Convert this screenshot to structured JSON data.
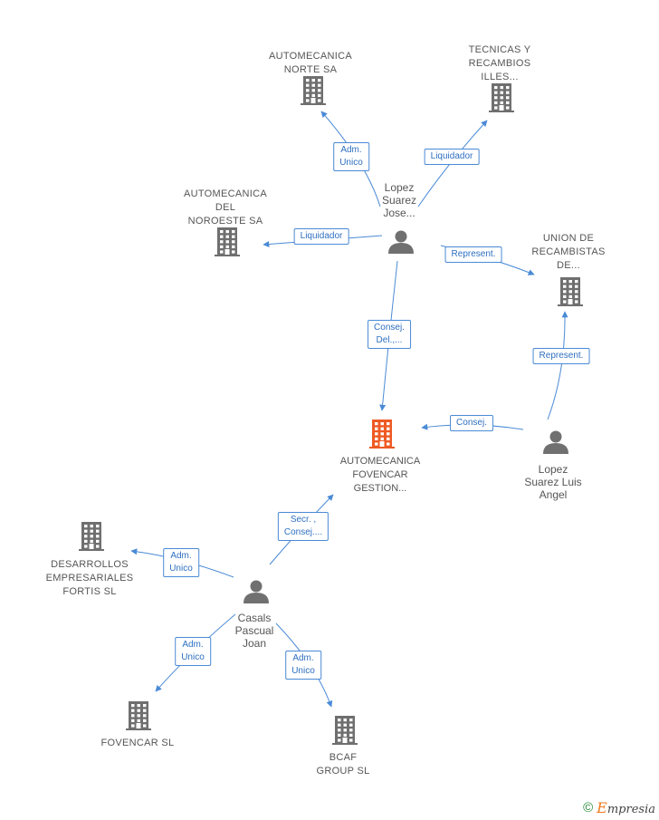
{
  "colors": {
    "edge": "#4a8ad6",
    "company_icon": "#6f6f6f",
    "focus_icon": "#ee5a24",
    "person_icon": "#707070"
  },
  "nodes": [
    {
      "id": "automecanica_norte",
      "type": "company",
      "label": "AUTOMECANICA\nNORTE SA"
    },
    {
      "id": "tecnicas",
      "type": "company",
      "label": "TECNICAS Y\nRECAMBIOS\nILLES..."
    },
    {
      "id": "automecanica_noroeste",
      "type": "company",
      "label": "AUTOMECANICA\nDEL\nNOROESTE SA"
    },
    {
      "id": "lopez_jose",
      "type": "person",
      "label": "Lopez\nSuarez\nJose..."
    },
    {
      "id": "union",
      "type": "company",
      "label": "UNION DE\nRECAMBISTAS\nDE..."
    },
    {
      "id": "fovencar_gestion",
      "type": "focus",
      "label": "AUTOMECANICA\nFOVENCAR\nGESTION..."
    },
    {
      "id": "lopez_luis",
      "type": "person",
      "label": "Lopez\nSuarez Luis\nAngel"
    },
    {
      "id": "desarrollos",
      "type": "company",
      "label": "DESARROLLOS\nEMPRESARIALES\nFORTIS SL"
    },
    {
      "id": "casals",
      "type": "person",
      "label": "Casals\nPascual\nJoan"
    },
    {
      "id": "fovencar_sl",
      "type": "company",
      "label": "FOVENCAR SL"
    },
    {
      "id": "bcaf",
      "type": "company",
      "label": "BCAF\nGROUP SL"
    }
  ],
  "edges": [
    {
      "from": "lopez_jose",
      "to": "automecanica_norte",
      "label": "Adm.\nUnico"
    },
    {
      "from": "lopez_jose",
      "to": "tecnicas",
      "label": "Liquidador"
    },
    {
      "from": "lopez_jose",
      "to": "automecanica_noroeste",
      "label": "Liquidador"
    },
    {
      "from": "lopez_jose",
      "to": "union",
      "label": "Represent."
    },
    {
      "from": "lopez_jose",
      "to": "fovencar_gestion",
      "label": "Consej.\nDel.,..."
    },
    {
      "from": "lopez_luis",
      "to": "union",
      "label": "Represent."
    },
    {
      "from": "lopez_luis",
      "to": "fovencar_gestion",
      "label": "Consej."
    },
    {
      "from": "casals",
      "to": "fovencar_gestion",
      "label": "Secr. ,\nConsej...."
    },
    {
      "from": "casals",
      "to": "desarrollos",
      "label": "Adm.\nUnico"
    },
    {
      "from": "casals",
      "to": "fovencar_sl",
      "label": "Adm.\nUnico"
    },
    {
      "from": "casals",
      "to": "bcaf",
      "label": "Adm.\nUnico"
    }
  ],
  "footer": {
    "copyright": "©",
    "brand_initial": "E",
    "brand_rest": "mpresia"
  }
}
